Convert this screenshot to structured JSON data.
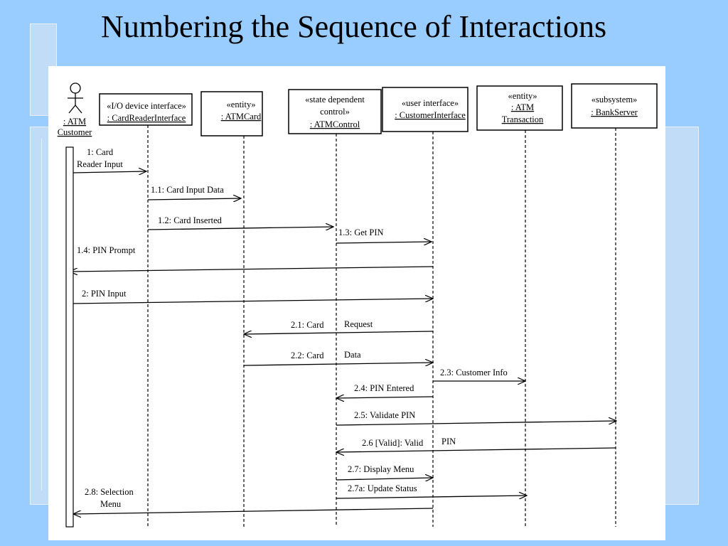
{
  "slide": {
    "title": "Numbering the Sequence of Interactions",
    "colors": {
      "background": "#99ccff",
      "panel": "#c0dcf6",
      "panel_border": "#dde9f7"
    }
  },
  "diagram": {
    "actor": {
      "lines": [
        ": ATM",
        "Customer"
      ]
    },
    "objects": [
      {
        "id": "card-reader-interface",
        "lines": [
          "«I/O device interface»",
          ": CardReaderInterface"
        ]
      },
      {
        "id": "atm-card",
        "lines": [
          "«entity»",
          ": ATMCard"
        ]
      },
      {
        "id": "atm-control",
        "lines": [
          "«state dependent",
          "control»",
          ": ATMControl"
        ]
      },
      {
        "id": "customer-interface",
        "lines": [
          "«user interface»",
          ": CustomerInterface"
        ]
      },
      {
        "id": "atm-transaction",
        "lines": [
          "«entity»",
          ": ATM",
          "Transaction"
        ]
      },
      {
        "id": "bank-server",
        "lines": [
          "«subsystem»",
          ": BankServer"
        ]
      }
    ],
    "messages": [
      {
        "label": [
          "1: Card",
          "Reader Input"
        ]
      },
      {
        "label": [
          "1.1: Card Input Data"
        ]
      },
      {
        "label": [
          "1.2: Card Inserted"
        ]
      },
      {
        "label": [
          "1.3: Get PIN"
        ]
      },
      {
        "label": [
          "1.4: PIN Prompt"
        ]
      },
      {
        "label": [
          "2: PIN Input"
        ]
      },
      {
        "label": [
          "2.1: Card",
          "Request"
        ]
      },
      {
        "label": [
          "2.2: Card",
          "Data"
        ]
      },
      {
        "label": [
          "2.3: Customer Info"
        ]
      },
      {
        "label": [
          "2.4: PIN Entered"
        ]
      },
      {
        "label": [
          "2.5: Validate PIN"
        ]
      },
      {
        "label": [
          "2.6 [Valid]: Valid",
          "PIN"
        ]
      },
      {
        "label": [
          "2.7: Display Menu"
        ]
      },
      {
        "label": [
          "2.7a: Update Status"
        ]
      },
      {
        "label": [
          "2.8: Selection",
          "Menu"
        ]
      }
    ]
  }
}
